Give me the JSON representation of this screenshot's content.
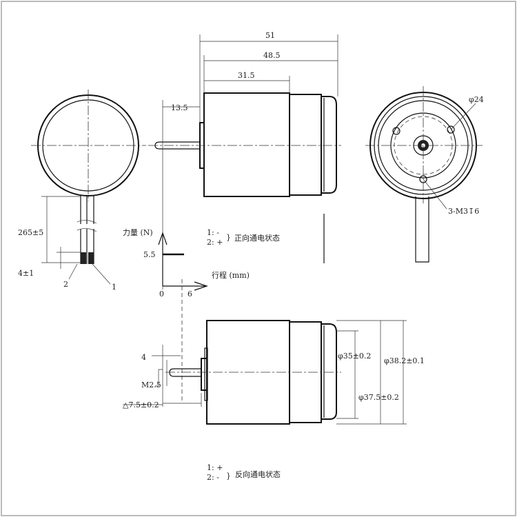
{
  "top_view": {
    "dim_total": "51",
    "dim_body": "48.5",
    "dim_section": "31.5",
    "dim_shaft": "13.5"
  },
  "end_view": {
    "bolt_circle": "φ24",
    "holes": "3-M3↧6"
  },
  "side_view": {
    "lead_length": "265±5",
    "strip_length": "4±1",
    "lead_2": "2",
    "lead_1": "1"
  },
  "force_graph": {
    "y_label": "力量 (N)",
    "x_label": "行程 (mm)",
    "force_value": "5.5",
    "origin": "0",
    "stroke_value": "6"
  },
  "forward_state": {
    "line1": "1: -",
    "line2": "2: +",
    "label": "正向通电状态"
  },
  "bottom_view": {
    "dim_4": "4",
    "thread": "M2.5",
    "stroke_dim": "△7.5±0.2",
    "d_cap": "φ35±0.2",
    "d_body": "φ37.5±0.2",
    "d_outer": "φ38.2±0.1"
  },
  "reverse_state": {
    "line1": "1: +",
    "line2": "2: -",
    "label": "反向通电状态"
  }
}
